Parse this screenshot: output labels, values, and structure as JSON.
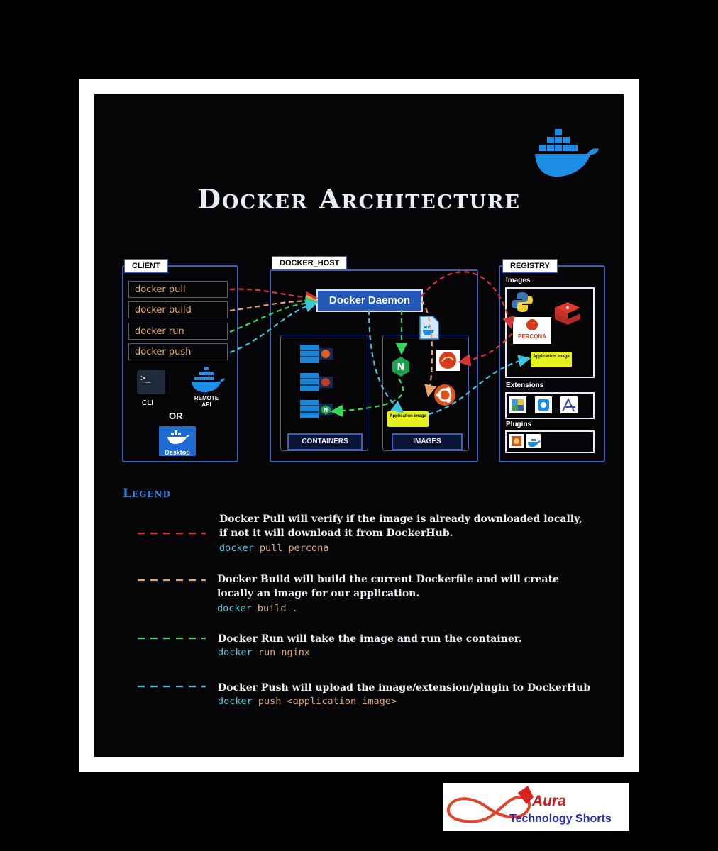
{
  "poster": {
    "title": "Docker Architecture"
  },
  "client": {
    "tag": "CLIENT",
    "commands": [
      "docker pull",
      "docker build",
      "docker run",
      "docker push"
    ],
    "cli_label": "CLI",
    "remote_api_label": "REMOTE\nAPI",
    "or_label": "OR",
    "desktop_label": "Desktop"
  },
  "docker_host": {
    "tag": "DOCKER_HOST",
    "daemon_label": "Docker Daemon",
    "containers_label": "CONTAINERS",
    "images_label": "IMAGES",
    "application_image_label": "Application image"
  },
  "registry": {
    "tag": "REGISTRY",
    "images_label": "Images",
    "percona_label": "PERCONA",
    "application_image_label": "Application image",
    "extensions_label": "Extensions",
    "plugins_label": "Plugins"
  },
  "legend": {
    "title": "Legend",
    "items": [
      {
        "color": "#d8353a",
        "line1": "Docker Pull will verify if the image is already downloaded locally,",
        "line2": "if not it will download it from DockerHub.",
        "code_cmd": "docker",
        "code_args": " pull percona"
      },
      {
        "color": "#e8a36a",
        "line1": "Docker Build will build the current Dockerfile and will create",
        "line2": "locally an image for our application.",
        "code_cmd": "docker",
        "code_args": " build ."
      },
      {
        "color": "#35d65a",
        "line1": "Docker Run will take the image and run the container.",
        "line2": "",
        "code_cmd": "docker",
        "code_args": " run nginx"
      },
      {
        "color": "#3fc4de",
        "line1": "Docker Push will upload the image/extension/plugin to DockerHub",
        "line2": "",
        "code_cmd": "docker",
        "code_args": " push <application image>"
      }
    ]
  },
  "watermark": {
    "brand": "Aura",
    "subtitle": "Technology Shorts"
  },
  "colors": {
    "pull": "#d8353a",
    "build": "#e8a36a",
    "run": "#35d65a",
    "push": "#3fc4de",
    "panel_border": "#3e5fb8",
    "docker_blue": "#1d8ee6"
  }
}
